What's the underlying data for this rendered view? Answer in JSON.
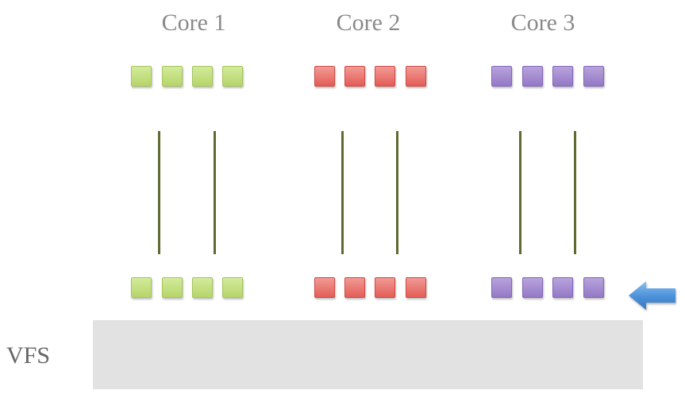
{
  "cores": [
    {
      "label": "Core 1",
      "color": "#b6d56a",
      "blocks_per_row": 4
    },
    {
      "label": "Core 2",
      "color": "#e35d57",
      "blocks_per_row": 4
    },
    {
      "label": "Core 3",
      "color": "#9479c6",
      "blocks_per_row": 4
    }
  ],
  "vfs": {
    "label": "VFS",
    "color": "#e2e2e2"
  },
  "connector_color": "#5e6b2f",
  "arrow": {
    "icon": "left-arrow-icon",
    "color": "#4a90d9"
  }
}
